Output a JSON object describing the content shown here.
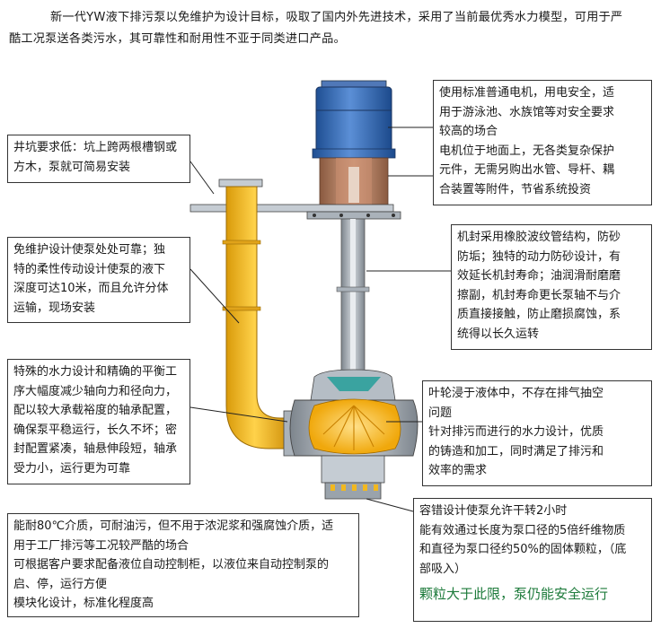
{
  "intro": {
    "line1": "新一代YW液下排污泵以免维护为设计目标，吸取了国内外先进技术，采用了当前最优秀水力模型，可用于严",
    "line2": "酷工况泵送各类污水，其可靠性和耐用性不亚于同类进口产品。"
  },
  "callouts": {
    "motor": {
      "lines": [
        "使用标准普通电机，用电安全，适",
        "用于游泳池、水族馆等对安全要求",
        "较高的场合",
        "电机位于地面上，无各类复杂保护",
        "元件，无需另购出水管、导杆、耦",
        "合装置等附件，节省系统投资"
      ]
    },
    "pit": {
      "lines": [
        "井坑要求低：坑上跨两根槽钢或",
        "方木，泵就可简易安装"
      ]
    },
    "maintenance": {
      "lines": [
        "免维护设计使泵处处可靠；独",
        "特的柔性传动设计使泵的液下",
        "深度可达10米，而且允许分体",
        "运输，现场安装"
      ]
    },
    "seal": {
      "lines": [
        "机封采用橡胶波纹管结构，防砂",
        "防垢；独特的动力防砂设计，有",
        "效延长机封寿命；油润滑耐磨磨",
        "擦副，机封寿命更长泵轴不与介",
        "质直接接触，防止磨损腐蚀，系",
        "统得以长久运转"
      ]
    },
    "hydraulic": {
      "lines": [
        "特殊的水力设计和精确的平衡工",
        "序大幅度减少轴向力和径向力，",
        "配以较大承载裕度的轴承配置，",
        "确保泵平稳运行，长久不坏；密",
        "封配置紧凑，轴悬伸段短，轴承",
        "受力小，运行更为可靠"
      ]
    },
    "impeller": {
      "lines": [
        "叶轮浸于液体中，不存在排气抽空",
        "问题",
        "针对排污而进行的水力设计，优质",
        "的铸造和加工，同时满足了排污和",
        "效率的需求"
      ]
    },
    "medium": {
      "lines": [
        "能耐80℃介质，可耐油污，但不用于浓泥浆和强腐蚀介质，适",
        "用于工厂排污等工况较严酷的场合",
        "可根据客户要求配备液位自动控制柜，以液位来自动控制泵的",
        "启、停，运行方便",
        "模块化设计，标准化程度高"
      ]
    },
    "dryrun": {
      "lines": [
        "容错设计使泵允许干转2小时",
        "能有效通过长度为泵口径的5倍纤维物质",
        "和直径为泵口径约50%的固体颗粒，（底",
        "部吸入）"
      ],
      "highlight": "颗粒大于此限，泵仍能安全运行"
    }
  },
  "colors": {
    "motor_blue": "#3f6fb5",
    "pipe_yellow": "#f2b81e",
    "copper": "#b07a5a",
    "pump_gray": "#9aa3ab",
    "accent_green": "#1c7a3a"
  }
}
